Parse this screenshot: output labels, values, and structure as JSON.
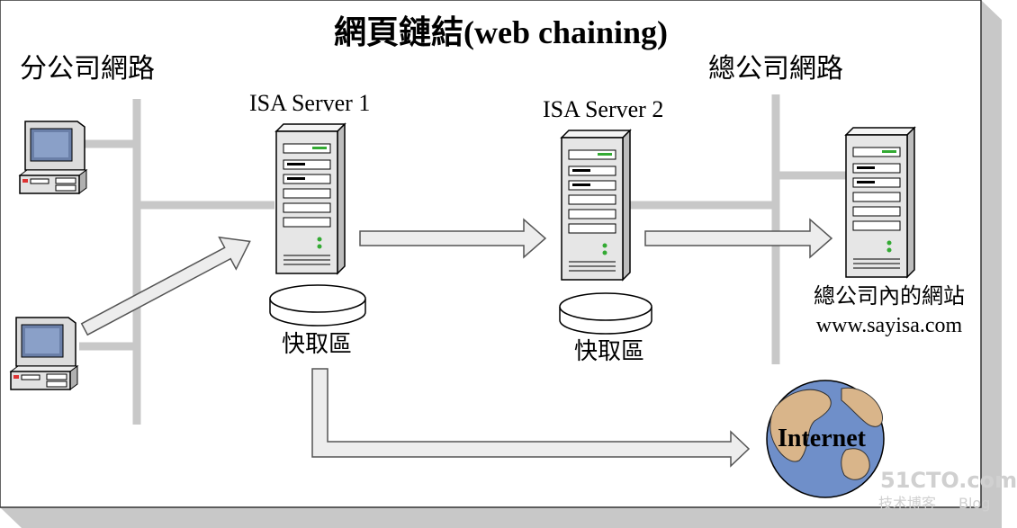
{
  "title": "網頁鏈結(web chaining)",
  "branch_network": "分公司網路",
  "hq_network": "總公司網路",
  "server1": {
    "name": "ISA Server 1",
    "cache_label": "快取區"
  },
  "server2": {
    "name": "ISA Server 2",
    "cache_label": "快取區"
  },
  "hq_site": {
    "name": "總公司內的網站",
    "url": "www.sayisa.com"
  },
  "internet_label": "Internet",
  "watermark": {
    "site": "51CTO.com",
    "sub": "技术博客",
    "blog": "Blog"
  },
  "colors": {
    "frame_shadow": "#c8c8c8",
    "network_line": "#c8c8c8",
    "arrow_fill": "#ededed",
    "globe_water": "#6f8fc9",
    "globe_land": "#d9b58a"
  }
}
